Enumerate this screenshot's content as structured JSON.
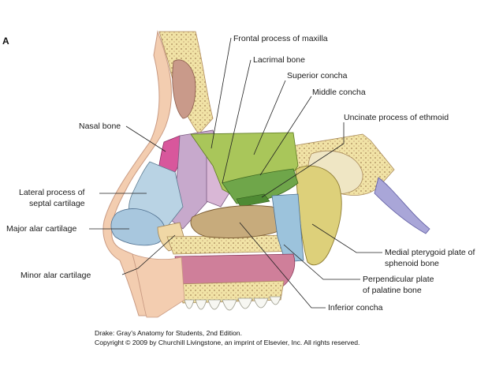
{
  "panel_letter": "A",
  "labels": {
    "frontal_process_of_maxilla": "Frontal process of maxilla",
    "lacrimal_bone": "Lacrimal bone",
    "superior_concha": "Superior concha",
    "middle_concha": "Middle concha",
    "uncinate_process": "Uncinate process of ethmoid",
    "nasal_bone": "Nasal bone",
    "lateral_process_line1": "Lateral process of",
    "lateral_process_line2": "septal cartilage",
    "major_alar_cartilage": "Major alar cartilage",
    "minor_alar_cartilage": "Minor alar cartilage",
    "medial_pterygoid_line1": "Medial pterygoid plate of",
    "medial_pterygoid_line2": "sphenoid bone",
    "perpendicular_plate_line1": "Perpendicular plate",
    "perpendicular_plate_line2": "of palatine bone",
    "inferior_concha": "Inferior concha"
  },
  "credit": {
    "line1": "Drake: Gray's Anatomy for Students, 2nd Edition.",
    "line2": "Copyright © 2009 by Churchill Livingstone, an imprint of Elsevier, Inc. All rights reserved."
  },
  "colors": {
    "skin": "#f3cdb0",
    "bone": "#f1e3a6",
    "frontal_process": "#c7a9cc",
    "lacrimal": "#d9b7d6",
    "ethmoid_conchae": "#a9c65a",
    "uncinate": "#6fa64a",
    "nasal_bone": "#d8579c",
    "septal_cartilage": "#b9d3e4",
    "major_alar": "#a8c7de",
    "minor_alar": "#f0d8a6",
    "inferior_concha": "#c7ab7c",
    "palatine": "#9cc3dc",
    "sphenoid": "#ddd07a",
    "pterygoid": "#a9a6d8",
    "mucosa": "#cf7f9a",
    "teeth": "#f7f7f2"
  }
}
